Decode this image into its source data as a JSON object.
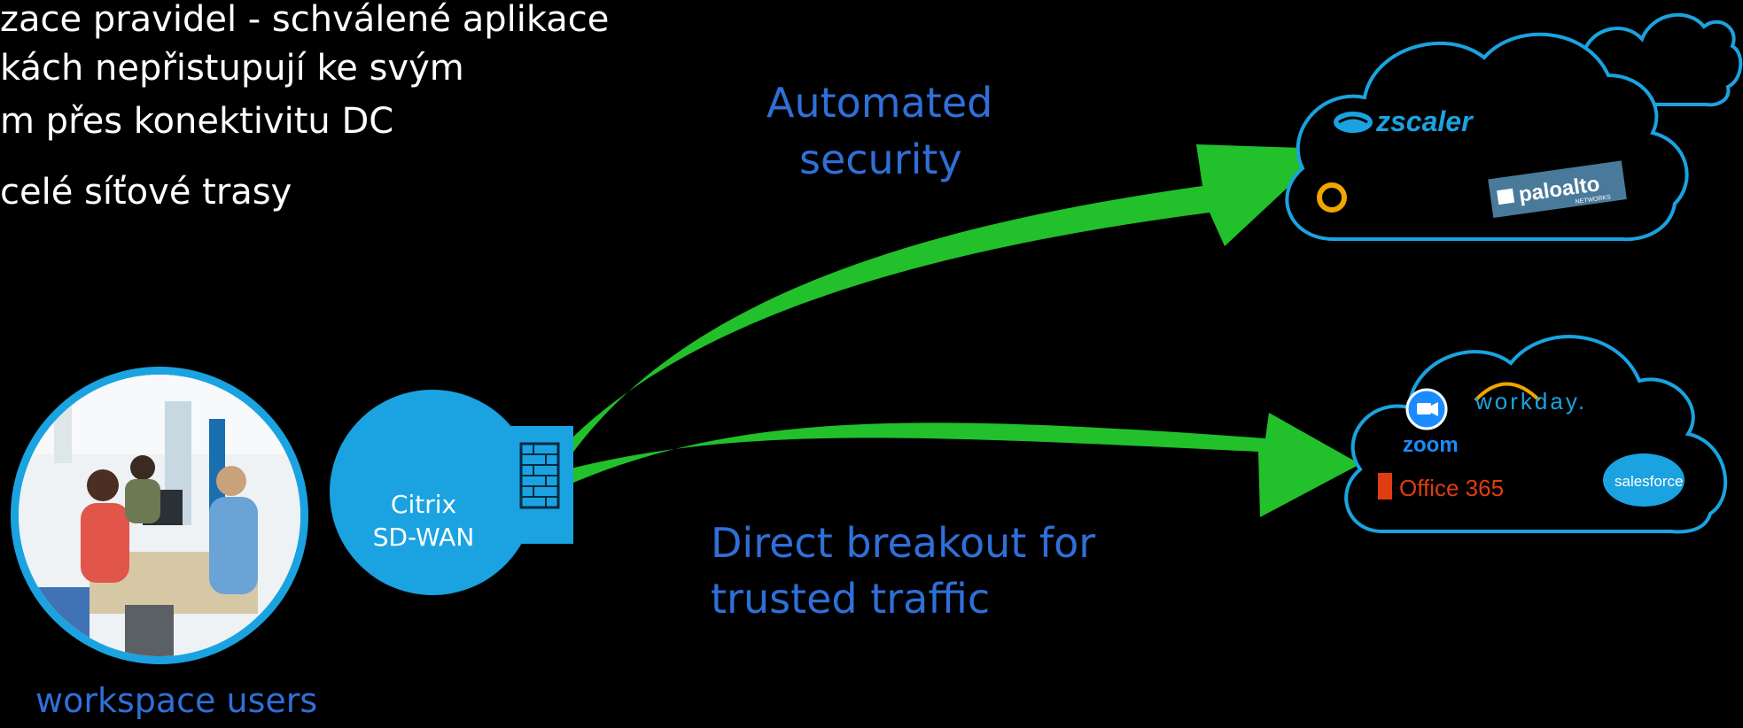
{
  "text_lines": [
    "zace pravidel - schválené aplikace",
    "kách nepřistupují ke svým",
    "m přes konektivitu DC",
    "celé síťové trasy"
  ],
  "labels": {
    "automated_security_1": "Automated",
    "automated_security_2": "security",
    "direct_breakout_1": "Direct breakout for",
    "direct_breakout_2": "trusted traffic",
    "workspace_users": "workspace users",
    "citrix_1": "Citrix",
    "citrix_2": "SD-WAN"
  },
  "security_cloud": {
    "logos": [
      "zscaler",
      "paloalto",
      "NETWORKS"
    ]
  },
  "apps_cloud": {
    "logos": [
      "workday.",
      "zoom",
      "Office 365",
      "salesforce"
    ]
  },
  "colors": {
    "background": "#000000",
    "arrow_green": "#22c02a",
    "accent_blue": "#1aa3e0",
    "label_blue": "#2f6fd8"
  }
}
